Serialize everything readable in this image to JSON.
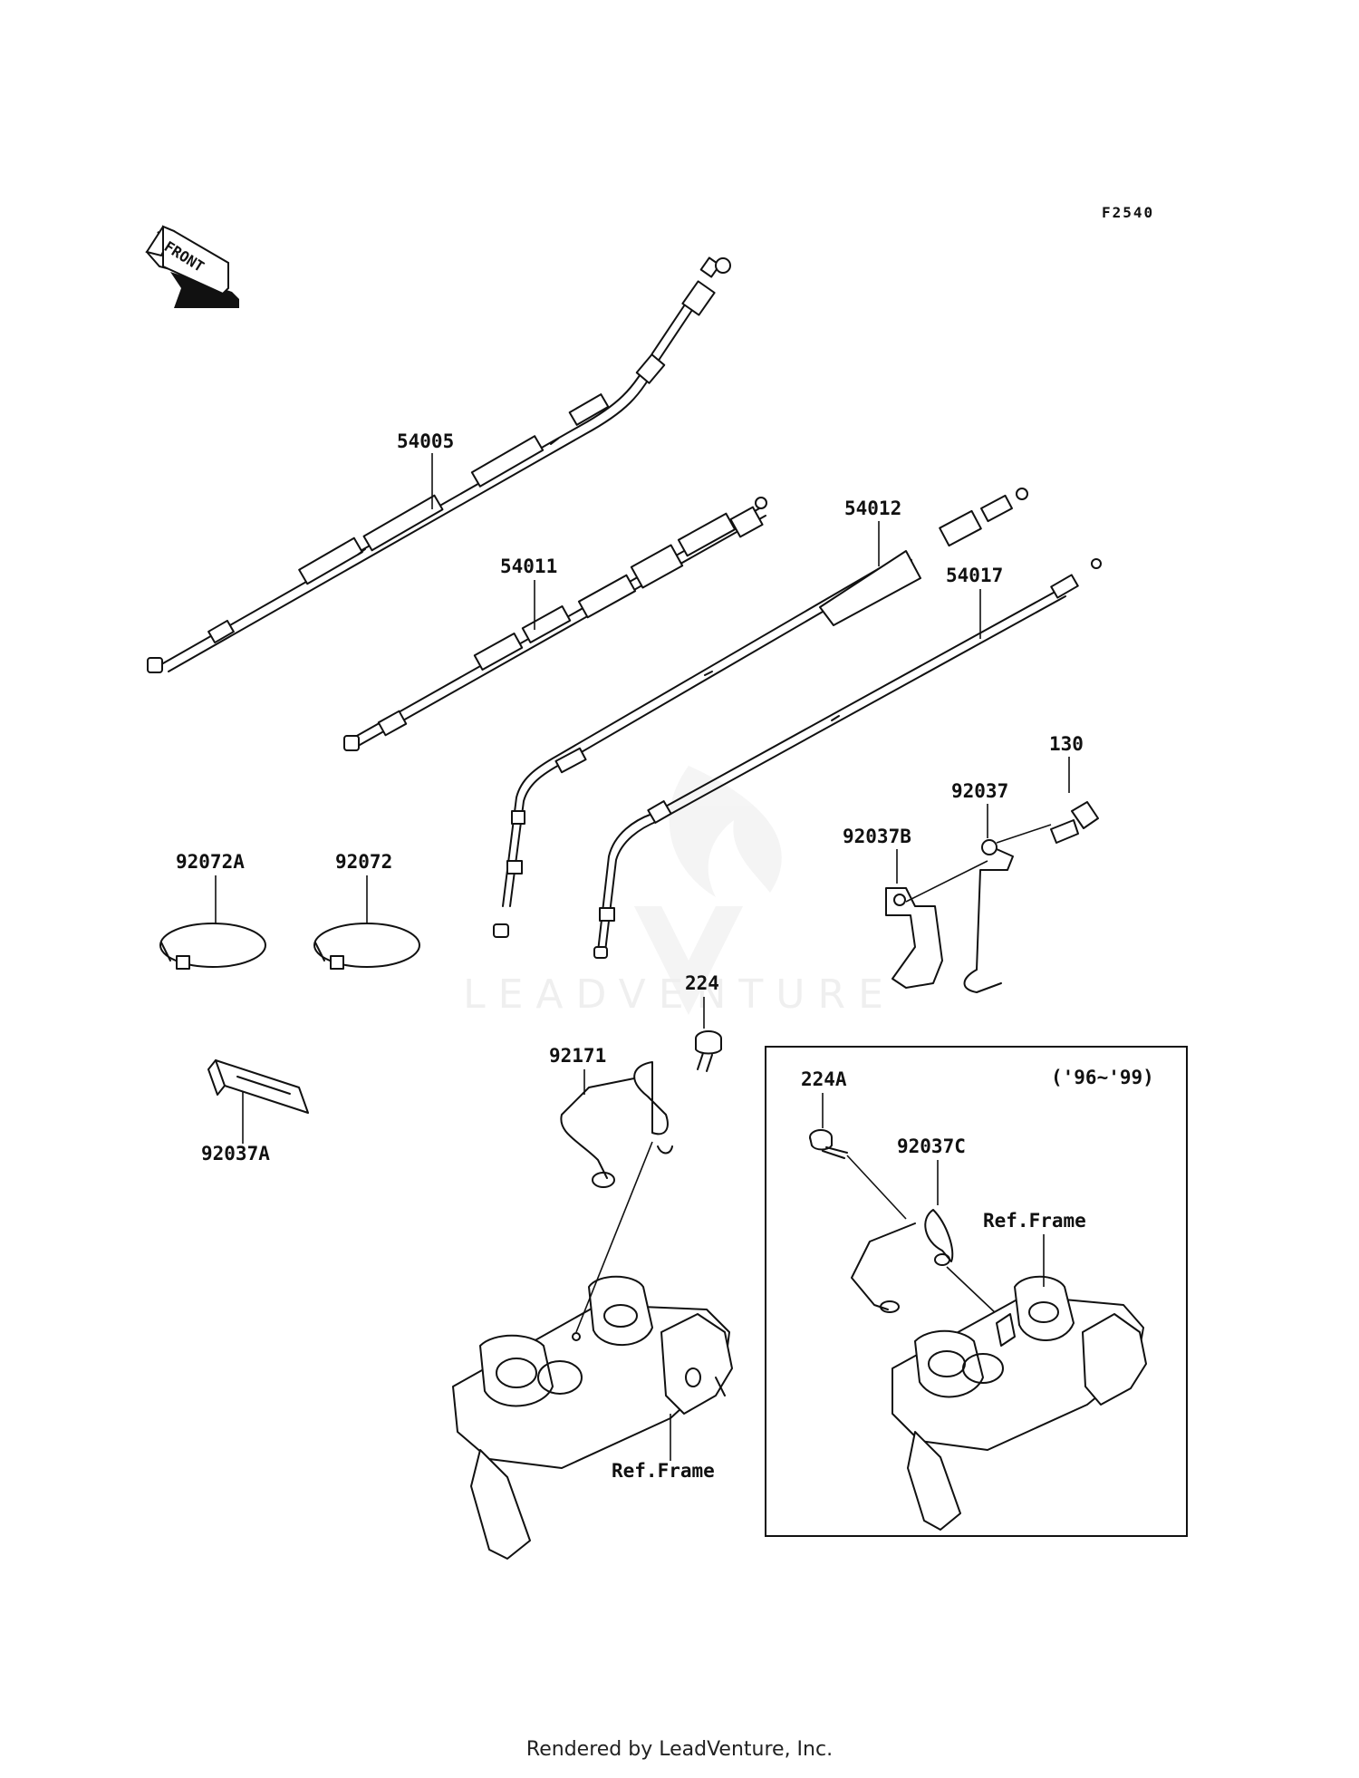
{
  "diagram": {
    "code": "F2540",
    "front_arrow_label": "FRONT",
    "watermark_text": "LEADVENTURE",
    "inset_label": "('96~'99)",
    "parts": {
      "cable_54005": "54005",
      "cable_54011": "54011",
      "cable_54012": "54012",
      "cable_54017": "54017",
      "bolt_130": "130",
      "clamp_92037": "92037",
      "clamp_92037B": "92037B",
      "band_92072A": "92072A",
      "band_92072": "92072",
      "plate_92037A": "92037A",
      "screw_224": "224",
      "guide_92171": "92171",
      "ref_frame_main": "Ref.Frame",
      "screw_224A": "224A",
      "clamp_92037C": "92037C",
      "ref_frame_inset": "Ref.Frame"
    }
  },
  "footer": {
    "text": "Rendered by LeadVenture, Inc."
  }
}
